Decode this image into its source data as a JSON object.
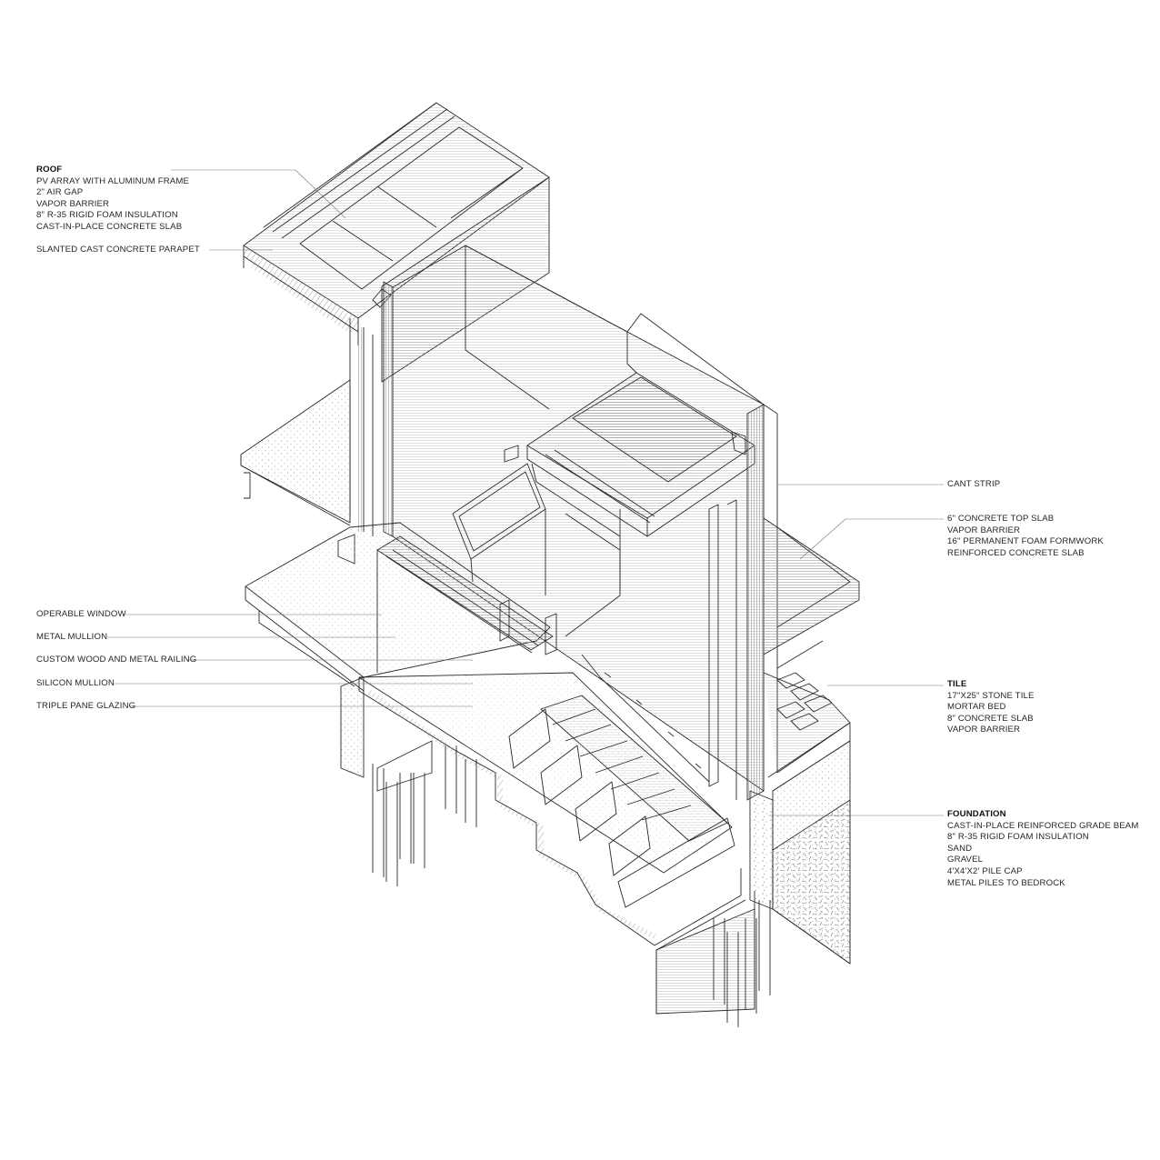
{
  "diagram": {
    "labels": [
      {
        "id": "roof",
        "heading": "ROOF",
        "lines": [
          " PV ARRAY WITH ALUMINUM FRAME",
          "2\" AIR GAP",
          "VAPOR BARRIER",
          "8\" R-35 RIGID FOAM INSULATION",
          "CAST-IN-PLACE CONCRETE SLAB"
        ]
      },
      {
        "id": "parapet",
        "heading": "",
        "lines": [
          "SLANTED CAST CONCRETE PARAPET"
        ]
      },
      {
        "id": "operable-window",
        "heading": "",
        "lines": [
          "OPERABLE WINDOW"
        ]
      },
      {
        "id": "metal-mullion",
        "heading": "",
        "lines": [
          "METAL MULLION"
        ]
      },
      {
        "id": "railing",
        "heading": "",
        "lines": [
          "CUSTOM WOOD AND METAL RAILING"
        ]
      },
      {
        "id": "silicon-mullion",
        "heading": "",
        "lines": [
          "SILICON MULLION"
        ]
      },
      {
        "id": "triple-pane",
        "heading": "",
        "lines": [
          "TRIPLE PANE GLAZING"
        ]
      },
      {
        "id": "cant-strip",
        "heading": "",
        "lines": [
          "CANT STRIP"
        ]
      },
      {
        "id": "top-slab",
        "heading": "",
        "lines": [
          "6\" CONCRETE TOP SLAB",
          "VAPOR BARRIER",
          "16\" PERMANENT FOAM FORMWORK",
          "REINFORCED CONCRETE SLAB"
        ]
      },
      {
        "id": "tile",
        "heading": "TILE",
        "lines": [
          "17\"x25\" STONE TILE",
          "MORTAR BED",
          "8\" CONCRETE SLAB",
          "VAPOR BARRIER"
        ]
      },
      {
        "id": "foundation",
        "heading": "FOUNDATION",
        "lines": [
          "CAST-IN-PLACE REINFORCED GRADE BEAM",
          "8\" R-35 RIGID FOAM INSULATION",
          "SAND",
          "GRAVEL",
          "4'x4'x2' PILE CAP",
          "METAL PILES TO BEDROCK"
        ]
      }
    ]
  },
  "colors": {
    "line": "#2a2a2a",
    "hatch": "#8a8a8a",
    "paper": "#ffffff"
  }
}
